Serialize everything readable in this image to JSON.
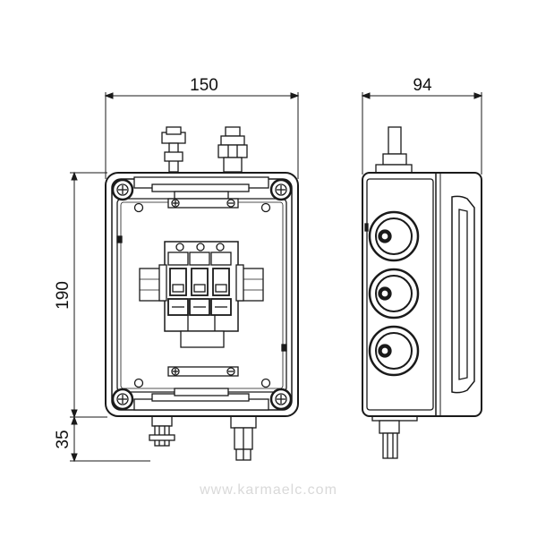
{
  "dimensions": {
    "width_front": "150",
    "width_side": "94",
    "height_body": "190",
    "height_connector": "35"
  },
  "watermark": {
    "url": "www.karmaelc.com"
  },
  "colors": {
    "line": "#1a1a1a",
    "fill": "#ffffff",
    "watermark": "#d9d9d9"
  }
}
